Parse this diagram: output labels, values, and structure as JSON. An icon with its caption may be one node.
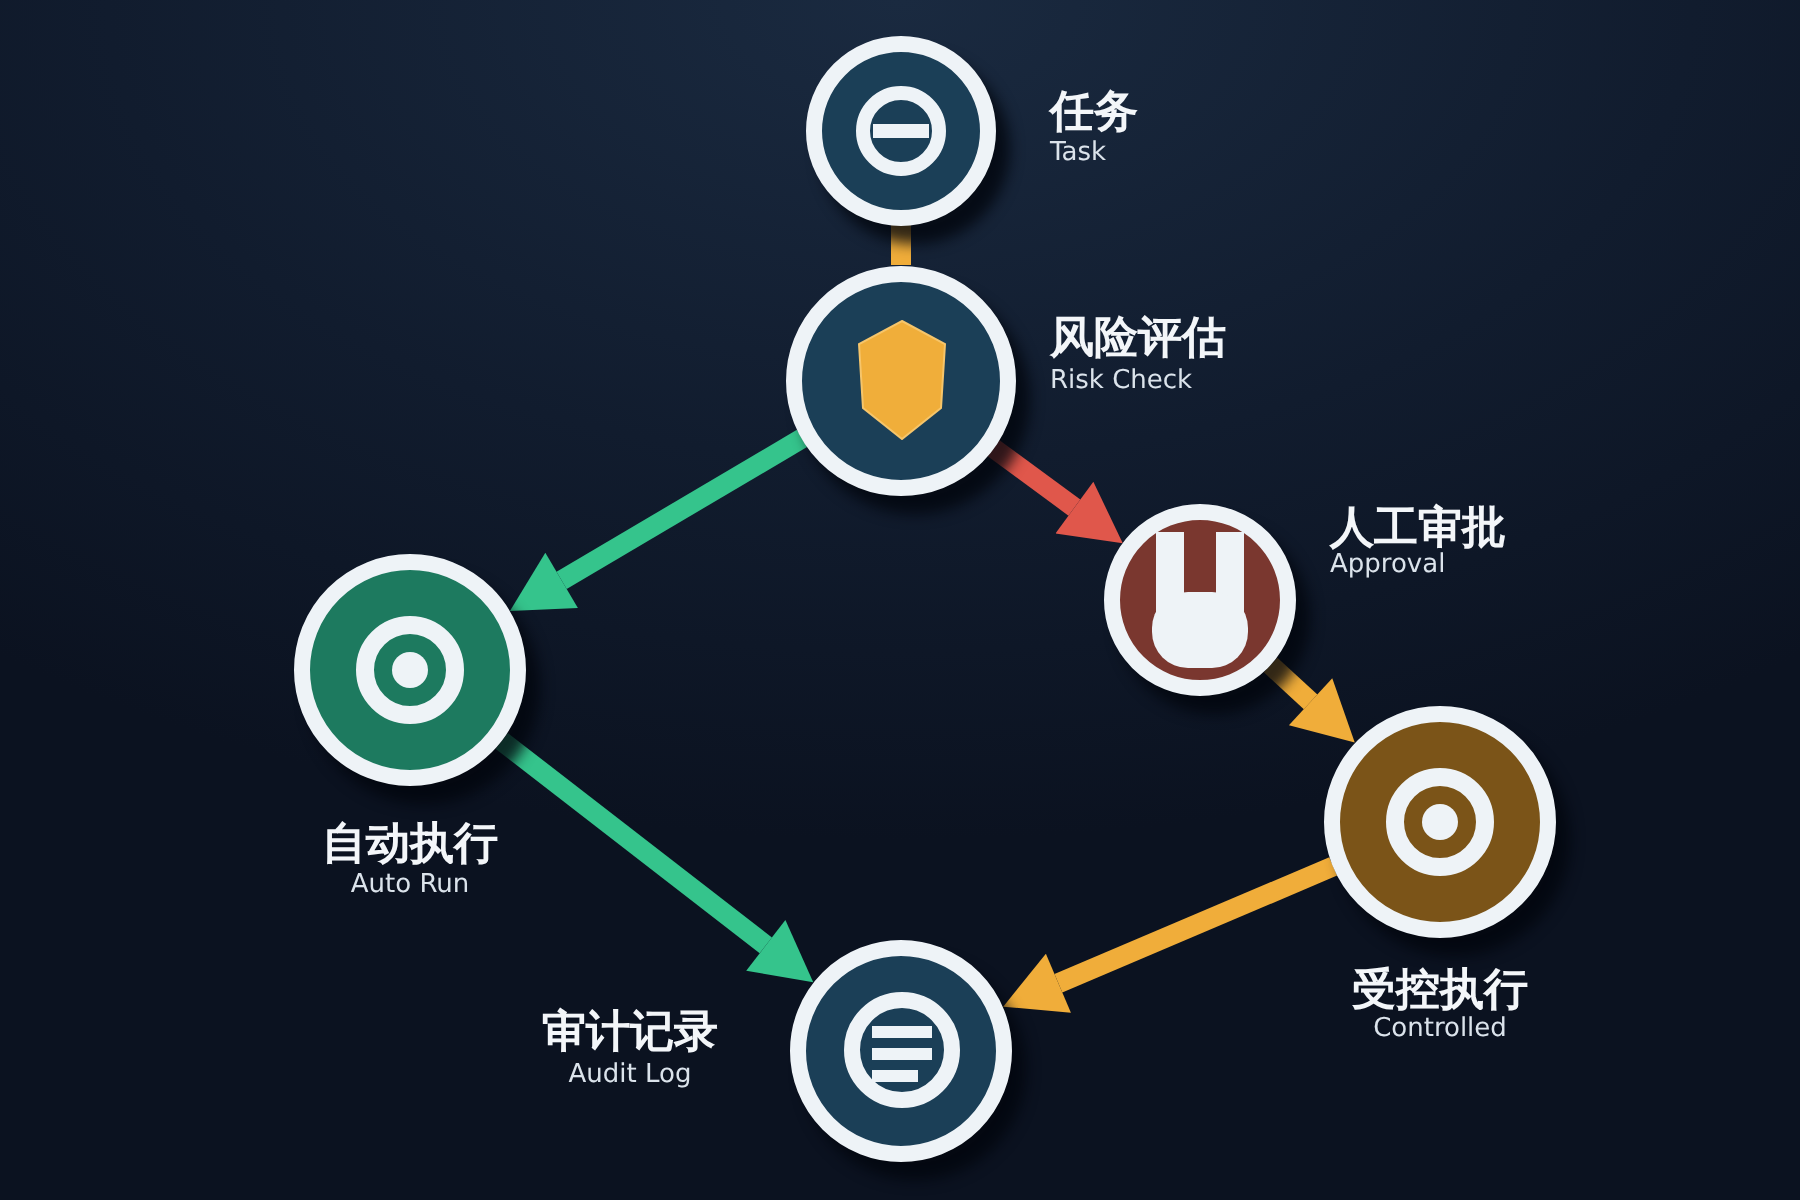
{
  "diagram": {
    "nodes": [
      {
        "text": [
          "任务",
          "Task"
        ]
      },
      {
        "text": [
          "风险评估",
          "Risk Check"
        ]
      },
      {
        "text": [
          "人工审批",
          "Approval"
        ]
      },
      {
        "text": [
          "自动执行",
          "Auto Run"
        ]
      },
      {
        "text": [
          "受控执行",
          "Controlled"
        ]
      },
      {
        "text": [
          "审计记录",
          "Audit Log"
        ]
      }
    ],
    "edges": [
      {
        "from": 0,
        "to": 1,
        "arrow": "none",
        "color": "#f0ad3a"
      },
      {
        "from": 1,
        "to": 2,
        "arrow": "to",
        "color": "#e0574b"
      },
      {
        "from": 1,
        "to": 3,
        "arrow": "to",
        "color": "#35c48c"
      },
      {
        "from": 2,
        "to": 4,
        "arrow": "to",
        "color": "#f0ad3a"
      },
      {
        "from": 3,
        "to": 5,
        "arrow": "to",
        "color": "#35c48c"
      },
      {
        "from": 4,
        "to": 5,
        "arrow": "to",
        "color": "#f0ad3a"
      }
    ]
  }
}
